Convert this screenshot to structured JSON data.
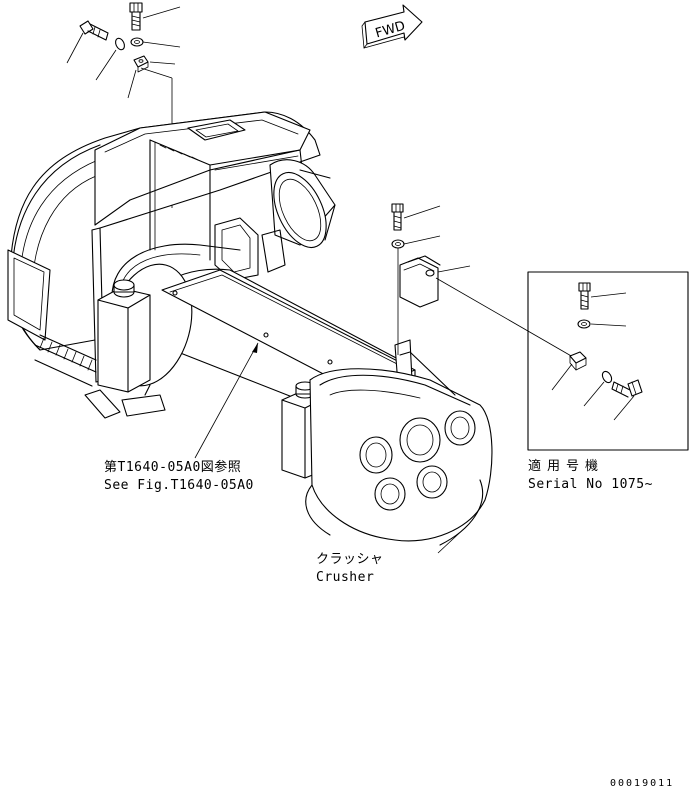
{
  "direction_arrow": {
    "text": "FWD"
  },
  "references": {
    "figure_ref_jp": "第T1640-05A0図参照",
    "figure_ref_en": "See Fig.T1640-05A0"
  },
  "parts": {
    "crusher_jp": "クラッシャ",
    "crusher_en": "Crusher"
  },
  "applicability": {
    "label_jp": "適用号機",
    "label_en": "Serial No 1075~"
  },
  "drawing_code": "00019011"
}
